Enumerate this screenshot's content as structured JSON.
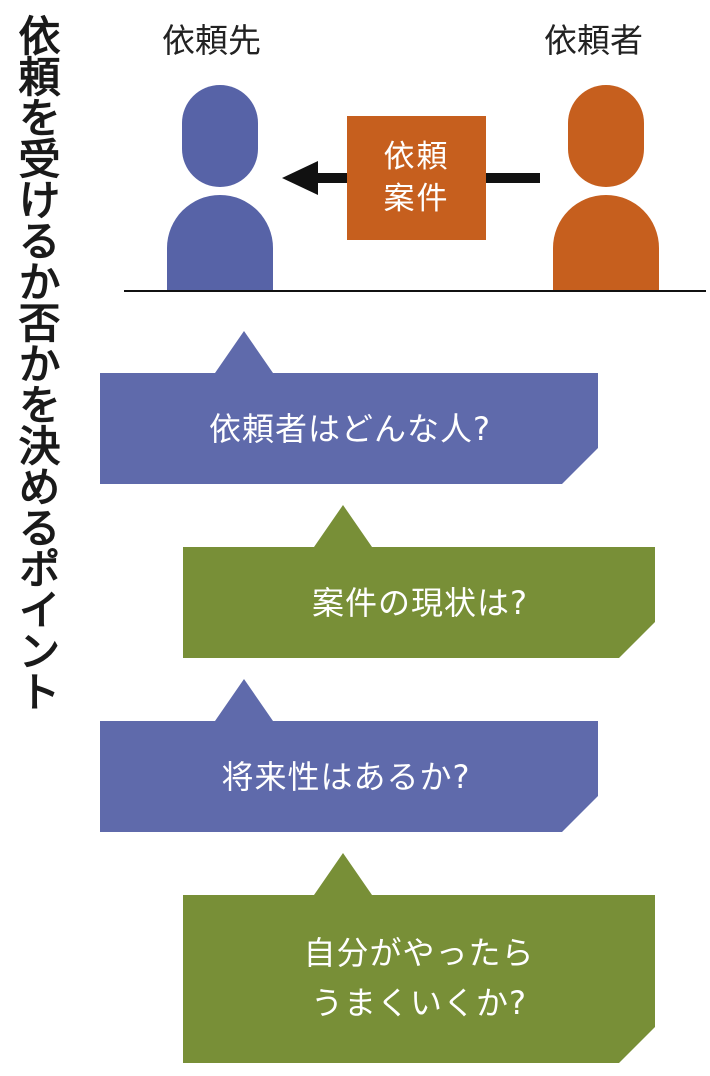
{
  "title": "依頼を受けるか否かを決めるポイント",
  "diagram": {
    "people": [
      {
        "id": "recipient",
        "label": "依頼先",
        "color": "#5763a7"
      },
      {
        "id": "requester",
        "label": "依頼者",
        "color": "#c65f1e"
      }
    ],
    "case_box": {
      "lines": [
        "依頼",
        "案件"
      ],
      "color": "#c65f1e"
    },
    "arrow_color": "#111111",
    "ground_color": "#111111",
    "questions": [
      {
        "lines": [
          "依頼者はどんな人?"
        ],
        "color": "#5f6aab"
      },
      {
        "lines": [
          "案件の現状は?"
        ],
        "color": "#788f37"
      },
      {
        "lines": [
          "将来性はあるか?"
        ],
        "color": "#5f6aab"
      },
      {
        "lines": [
          "自分がやったら",
          "うまくいくか?"
        ],
        "color": "#788f37"
      }
    ]
  }
}
